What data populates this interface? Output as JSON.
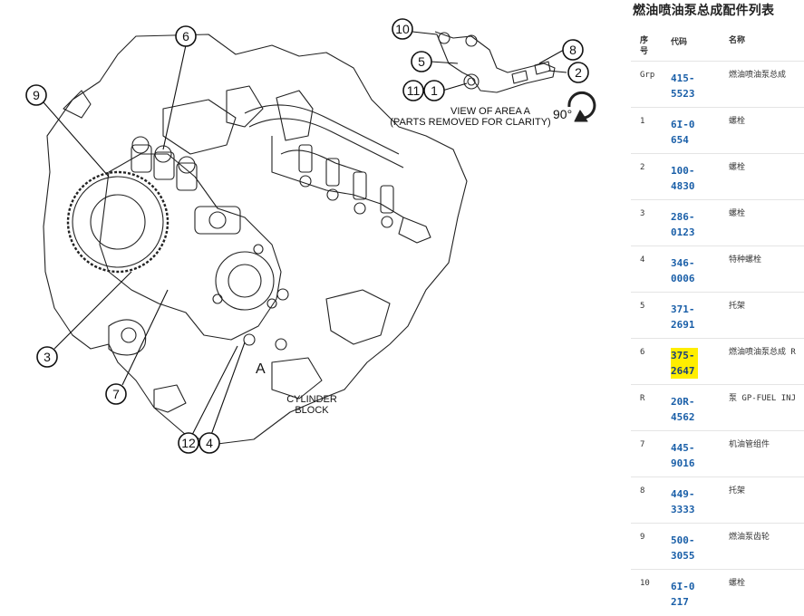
{
  "diagram": {
    "callouts": [
      "1",
      "2",
      "3",
      "4",
      "5",
      "6",
      "7",
      "8",
      "9",
      "10",
      "11",
      "12"
    ],
    "view_label_line1": "VIEW OF AREA  A",
    "view_label_line2": "(PARTS REMOVED FOR CLARITY)",
    "rotation_label": "90°",
    "area_label": "A",
    "block_label_line1": "CYLINDER",
    "block_label_line2": "BLOCK"
  },
  "panel": {
    "title": "燃油喷油泵总成配件列表",
    "headers": {
      "no": "序号",
      "code": "代码",
      "name": "名称"
    },
    "rows": [
      {
        "no": "Grp",
        "code": "415-5523",
        "name": "燃油喷油泵总成",
        "highlight": false
      },
      {
        "no": "1",
        "code": "6I-0654",
        "name": "螺栓",
        "highlight": false
      },
      {
        "no": "2",
        "code": "100-4830",
        "name": "螺栓",
        "highlight": false
      },
      {
        "no": "3",
        "code": "286-0123",
        "name": "螺栓",
        "highlight": false
      },
      {
        "no": "4",
        "code": "346-0006",
        "name": "特种螺栓",
        "highlight": false
      },
      {
        "no": "5",
        "code": "371-2691",
        "name": "托架",
        "highlight": false
      },
      {
        "no": "6",
        "code": "375-2647",
        "name": "燃油喷油泵总成 R",
        "highlight": true
      },
      {
        "no": "R",
        "code": "20R-4562",
        "name": "泵 GP-FUEL INJ",
        "highlight": false
      },
      {
        "no": "7",
        "code": "445-9016",
        "name": "机油管组件",
        "highlight": false
      },
      {
        "no": "8",
        "code": "449-3333",
        "name": "托架",
        "highlight": false
      },
      {
        "no": "9",
        "code": "500-3055",
        "name": "燃油泵齿轮",
        "highlight": false
      },
      {
        "no": "10",
        "code": "6I-0217",
        "name": "螺栓",
        "highlight": false
      }
    ]
  },
  "colors": {
    "link": "#1a5fa8",
    "highlight": "#ffee00"
  }
}
